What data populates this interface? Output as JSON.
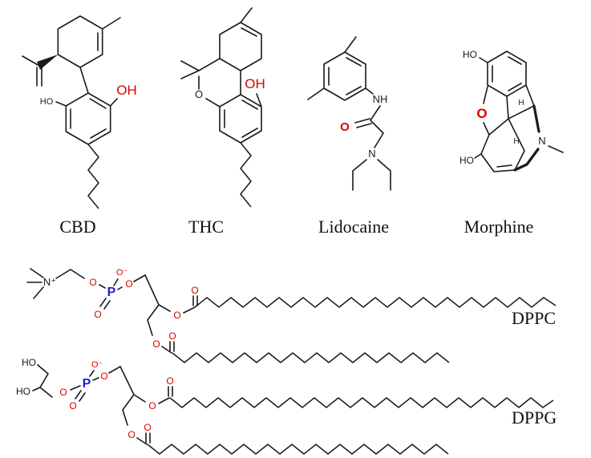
{
  "figure": {
    "background": "#ffffff",
    "colors": {
      "oxygen_red": "#dd0000",
      "phosphorus_blue": "#2222cc",
      "bond_black": "#1a1a1a"
    },
    "molecules": {
      "cbd": {
        "name": "CBD",
        "atoms": {
          "ho": "HO",
          "oh": "OH"
        }
      },
      "thc": {
        "name": "THC",
        "atoms": {
          "o": "O",
          "oh": "OH"
        }
      },
      "lidocaine": {
        "name": "Lidocaine",
        "atoms": {
          "nh": "NH",
          "o": "O",
          "n": "N"
        }
      },
      "morphine": {
        "name": "Morphine",
        "atoms": {
          "ho_top": "HO",
          "o": "O",
          "ho_bottom": "HO",
          "n": "N",
          "h1": "H",
          "h2": "H"
        }
      },
      "dppc": {
        "name": "DPPC",
        "atoms": {
          "n_plus": "N⁺",
          "o_link1": "O",
          "p": "P",
          "o_minus": "O⁻",
          "o_double": "O",
          "o_link2": "O",
          "o_ester1": "O",
          "o_carbonyl1": "O",
          "o_ester2": "O",
          "o_carbonyl2": "O"
        }
      },
      "dppg": {
        "name": "DPPG",
        "atoms": {
          "ho1": "HO",
          "ho2": "HO",
          "o_link1": "O",
          "p": "P",
          "o_minus": "O⁻",
          "o_double": "O",
          "o_link2": "O",
          "o_ester1": "O",
          "o_carbonyl1": "O",
          "o_ester2": "O",
          "o_carbonyl2": "O"
        }
      }
    }
  }
}
